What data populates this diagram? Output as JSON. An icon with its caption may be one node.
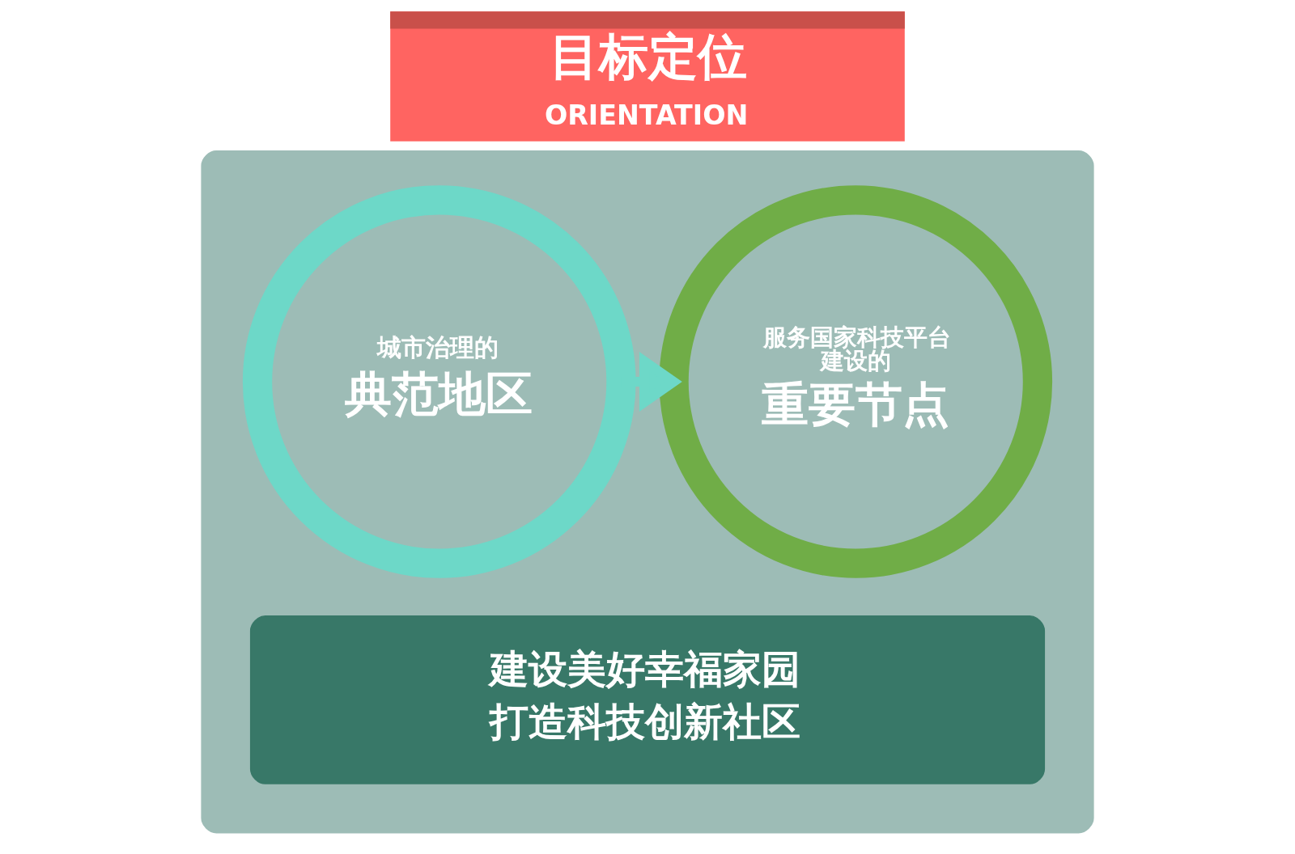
{
  "diagram": {
    "nodes": [
      {
        "text": [
          "目标定位",
          "ORIENTATION"
        ]
      },
      {
        "text": [],
        "shape": "box"
      },
      {
        "text": [
          "城市治理的",
          "典范地区"
        ],
        "in": 1
      },
      {
        "text": [
          "服务国家科技平台建设的",
          "重要节点"
        ],
        "in": 1
      },
      {
        "text": [
          "建设美好幸福家园",
          "打造科技创新社区"
        ],
        "in": 1
      }
    ],
    "edges": [
      {
        "from": 2,
        "to": 3,
        "arrow": "to"
      }
    ]
  }
}
